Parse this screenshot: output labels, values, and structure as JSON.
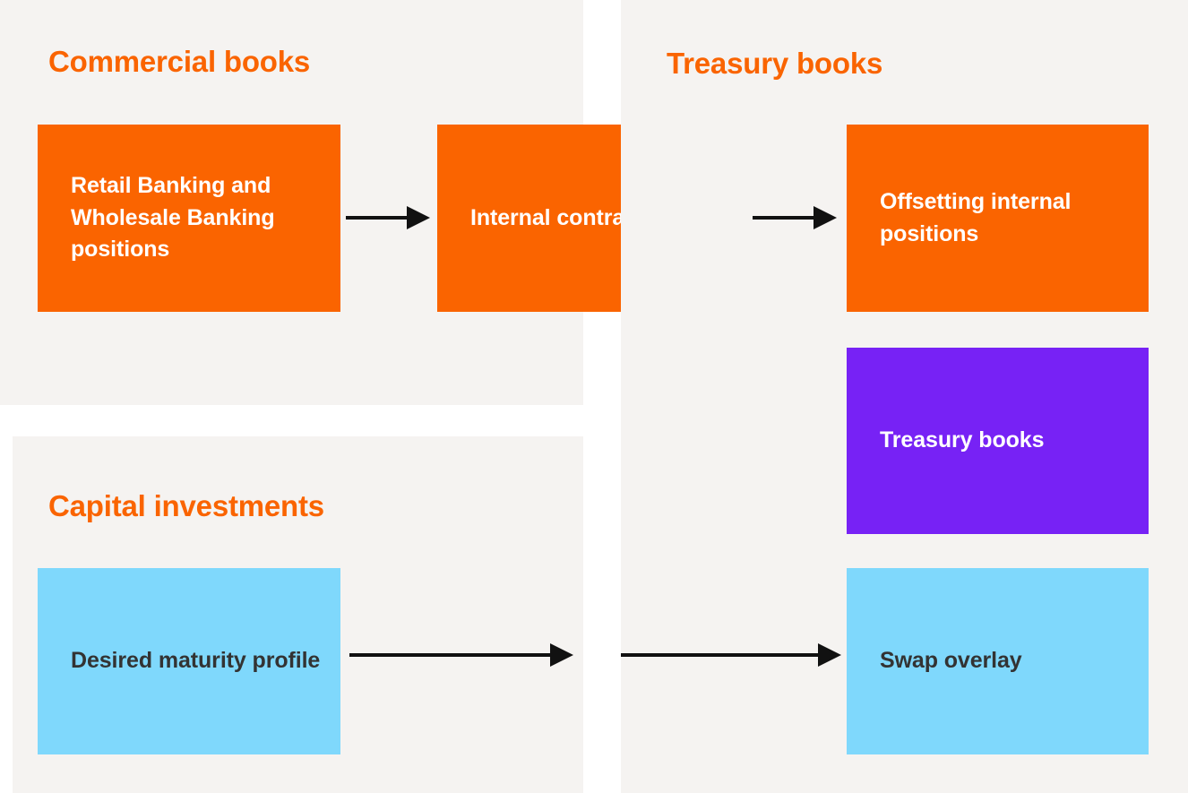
{
  "colors": {
    "accent_orange": "#fa6400",
    "purple": "#7722f5",
    "light_blue": "#7fd8fc",
    "panel_background": "#f5f3f1",
    "page_background": "#ffffff",
    "dark_text": "#333333",
    "arrow": "#111111"
  },
  "panels": {
    "commercial": {
      "heading": "Commercial books",
      "boxes": {
        "retail": "Retail Banking and Wholesale Banking positions",
        "internal_contracts": "Internal contracts"
      }
    },
    "capital": {
      "heading": "Capital investments",
      "boxes": {
        "desired_maturity": "Desired maturity profile"
      }
    },
    "treasury": {
      "heading": "Treasury books",
      "boxes": {
        "offsetting": "Offsetting internal positions",
        "treasury_books": "Treasury books",
        "swap_overlay": "Swap overlay"
      }
    }
  },
  "arrows": [
    {
      "name": "retail-to-internal-contracts",
      "from": "Retail Banking and Wholesale Banking positions",
      "to": "Internal contracts"
    },
    {
      "name": "internal-contracts-to-offsetting",
      "from": "Internal contracts",
      "to": "Offsetting internal positions"
    },
    {
      "name": "desired-maturity-outbound",
      "from": "Desired maturity profile",
      "to": ""
    },
    {
      "name": "inbound-to-swap-overlay",
      "from": "",
      "to": "Swap overlay"
    }
  ]
}
